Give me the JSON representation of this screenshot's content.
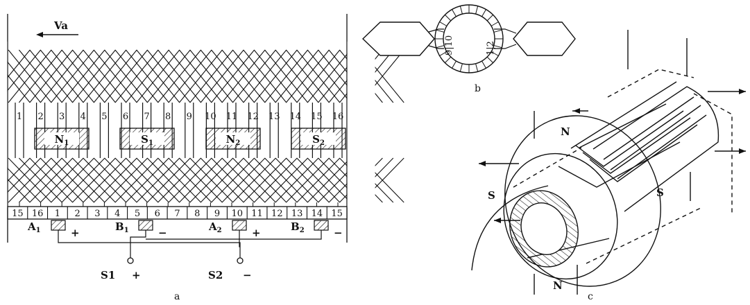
{
  "figure_a": {
    "caption": "a",
    "velocity_label": "Va",
    "slot_numbers": [
      "1",
      "2",
      "3",
      "4",
      "5",
      "6",
      "7",
      "8",
      "9",
      "10",
      "11",
      "12",
      "13",
      "14",
      "15",
      "16"
    ],
    "commutator_segments": [
      "15",
      "16",
      "1",
      "2",
      "3",
      "4",
      "5",
      "6",
      "7",
      "8",
      "9",
      "10",
      "11",
      "12",
      "13",
      "14",
      "15"
    ],
    "poles": [
      "N1",
      "S1",
      "N2",
      "S2"
    ],
    "brushes": [
      {
        "label": "A1",
        "sign": "+"
      },
      {
        "label": "B1",
        "sign": "−"
      },
      {
        "label": "A2",
        "sign": "+"
      },
      {
        "label": "B2",
        "sign": "−"
      }
    ],
    "terminals": [
      {
        "label": "S1",
        "sign": "+"
      },
      {
        "label": "S2",
        "sign": "−"
      }
    ]
  },
  "figure_b": {
    "caption": "b",
    "coil_labels": [
      "9|10",
      "1|2"
    ]
  },
  "figure_c": {
    "caption": "c",
    "pole_labels": [
      "N",
      "S",
      "S",
      "N"
    ]
  }
}
